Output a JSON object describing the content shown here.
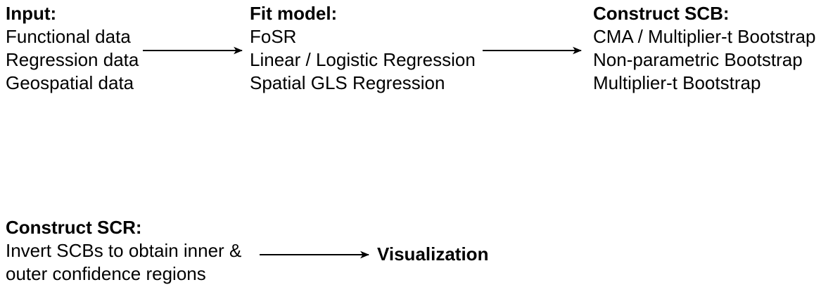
{
  "colors": {
    "text": "#000000",
    "background": "#ffffff",
    "arrow": "#000000"
  },
  "diagram": {
    "blocks": {
      "input": {
        "header": "Input:",
        "items": [
          "Functional data",
          "Regression data",
          "Geospatial data"
        ]
      },
      "fit_model": {
        "header": "Fit model:",
        "items": [
          "FoSR",
          "Linear / Logistic Regression",
          "Spatial GLS Regression"
        ]
      },
      "construct_scb": {
        "header": "Construct SCB:",
        "items": [
          "CMA / Multiplier-t Bootstrap",
          "Non-parametric Bootstrap",
          "Multiplier-t Bootstrap"
        ]
      },
      "construct_scr": {
        "header": "Construct SCR:",
        "items": [
          "Invert SCBs to obtain inner &",
          "outer confidence regions"
        ]
      }
    },
    "visualization_label": "Visualization"
  }
}
